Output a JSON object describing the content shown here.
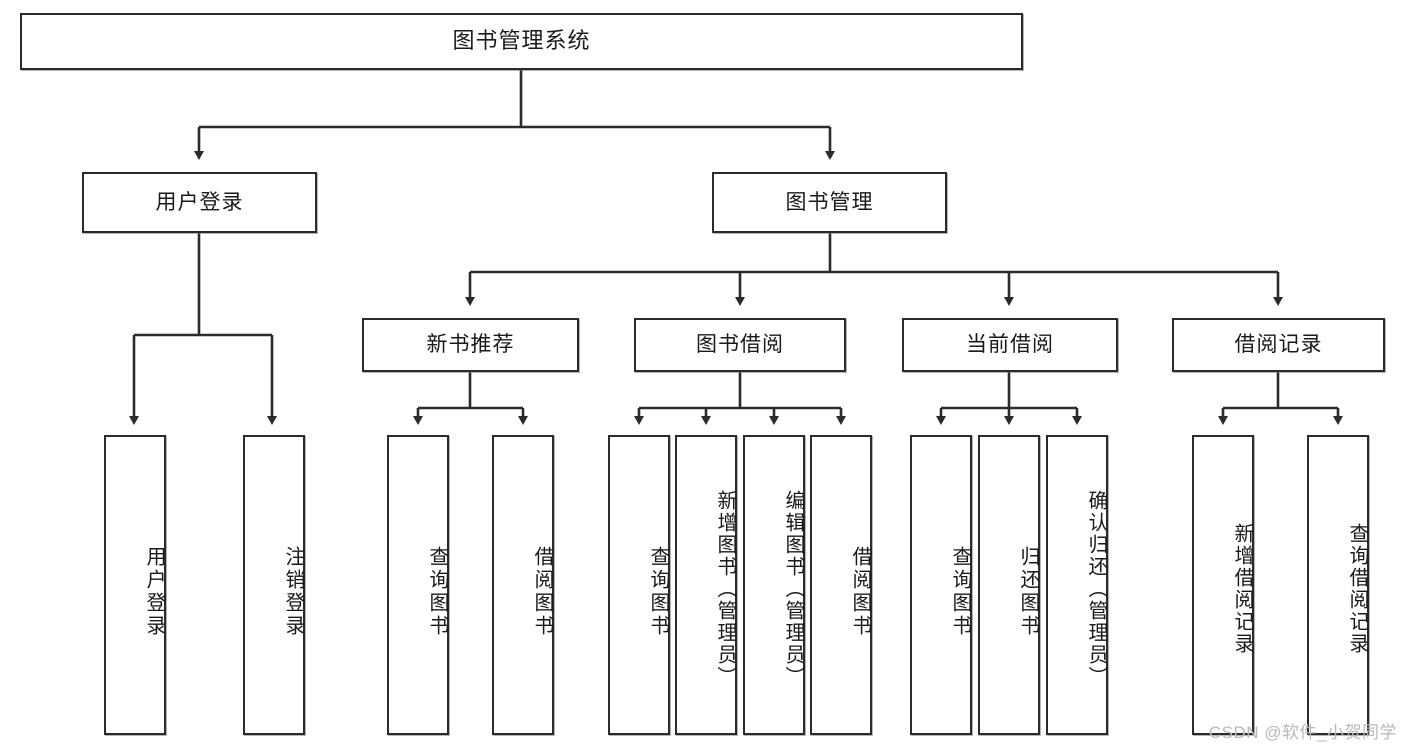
{
  "diagram": {
    "title": "图书管理系统",
    "type": "hierarchy-tree",
    "background_color": "#ffffff",
    "node_border_color": "#2b2b2b",
    "edge_color": "#2b2b2b"
  },
  "nodes": {
    "root": {
      "label": "图书管理系统"
    },
    "level2": [
      {
        "id": "user-login",
        "label": "用户登录"
      },
      {
        "id": "book-management",
        "label": "图书管理"
      }
    ],
    "level3": [
      {
        "id": "new-book-recommend",
        "label": "新书推荐"
      },
      {
        "id": "book-borrow",
        "label": "图书借阅"
      },
      {
        "id": "current-borrow",
        "label": "当前借阅"
      },
      {
        "id": "borrow-record",
        "label": "借阅记录"
      }
    ],
    "leaves": {
      "user_login": [
        {
          "id": "leaf-user-login",
          "label": "用户登录"
        },
        {
          "id": "leaf-logout-login",
          "label": "注销登录"
        }
      ],
      "new_book_recommend": [
        {
          "id": "leaf-query-book-1",
          "label": "查询图书"
        },
        {
          "id": "leaf-borrow-book-1",
          "label": "借阅图书"
        }
      ],
      "book_borrow": [
        {
          "id": "leaf-query-book-2",
          "label": "查询图书"
        },
        {
          "id": "leaf-add-book",
          "label": "新增图书（管理员）"
        },
        {
          "id": "leaf-edit-book",
          "label": "编辑图书（管理员）"
        },
        {
          "id": "leaf-borrow-book-2",
          "label": "借阅图书"
        }
      ],
      "current_borrow": [
        {
          "id": "leaf-query-book-3",
          "label": "查询图书"
        },
        {
          "id": "leaf-return-book",
          "label": "归还图书"
        },
        {
          "id": "leaf-confirm-return",
          "label": "确认归还（管理员）"
        }
      ],
      "borrow_record": [
        {
          "id": "leaf-add-borrow-record",
          "label": "新增借阅记录"
        },
        {
          "id": "leaf-query-borrow-record",
          "label": "查询借阅记录"
        }
      ]
    }
  },
  "watermark": {
    "text": "CSDN @软件_小贺同学"
  }
}
